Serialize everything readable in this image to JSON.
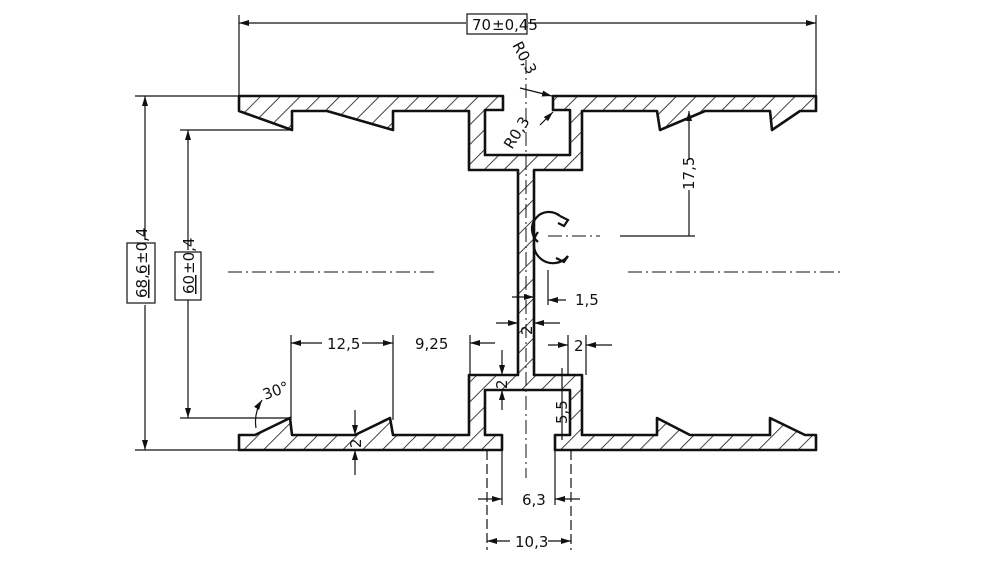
{
  "drawing": {
    "width_dim": {
      "value": "70",
      "tolerance": "±0,45"
    },
    "height_outer_dim": {
      "value": "68,6",
      "tolerance": "±0,4"
    },
    "height_inner_dim": {
      "value": "60",
      "tolerance": "±0,4"
    },
    "radius_top": "R0,3",
    "radius_inner": "R0,3",
    "dim_17_5": "17,5",
    "dim_1_5": "1,5",
    "dim_web": "2",
    "dim_12_5": "12,5",
    "dim_9_25": "9,25",
    "dim_wall_right": "2",
    "dim_wall_top": "2",
    "dim_angle": "30°",
    "dim_plate": "2",
    "dim_5_5": "5,5",
    "dim_6_3": "6,3",
    "dim_10_3": "10,3"
  }
}
